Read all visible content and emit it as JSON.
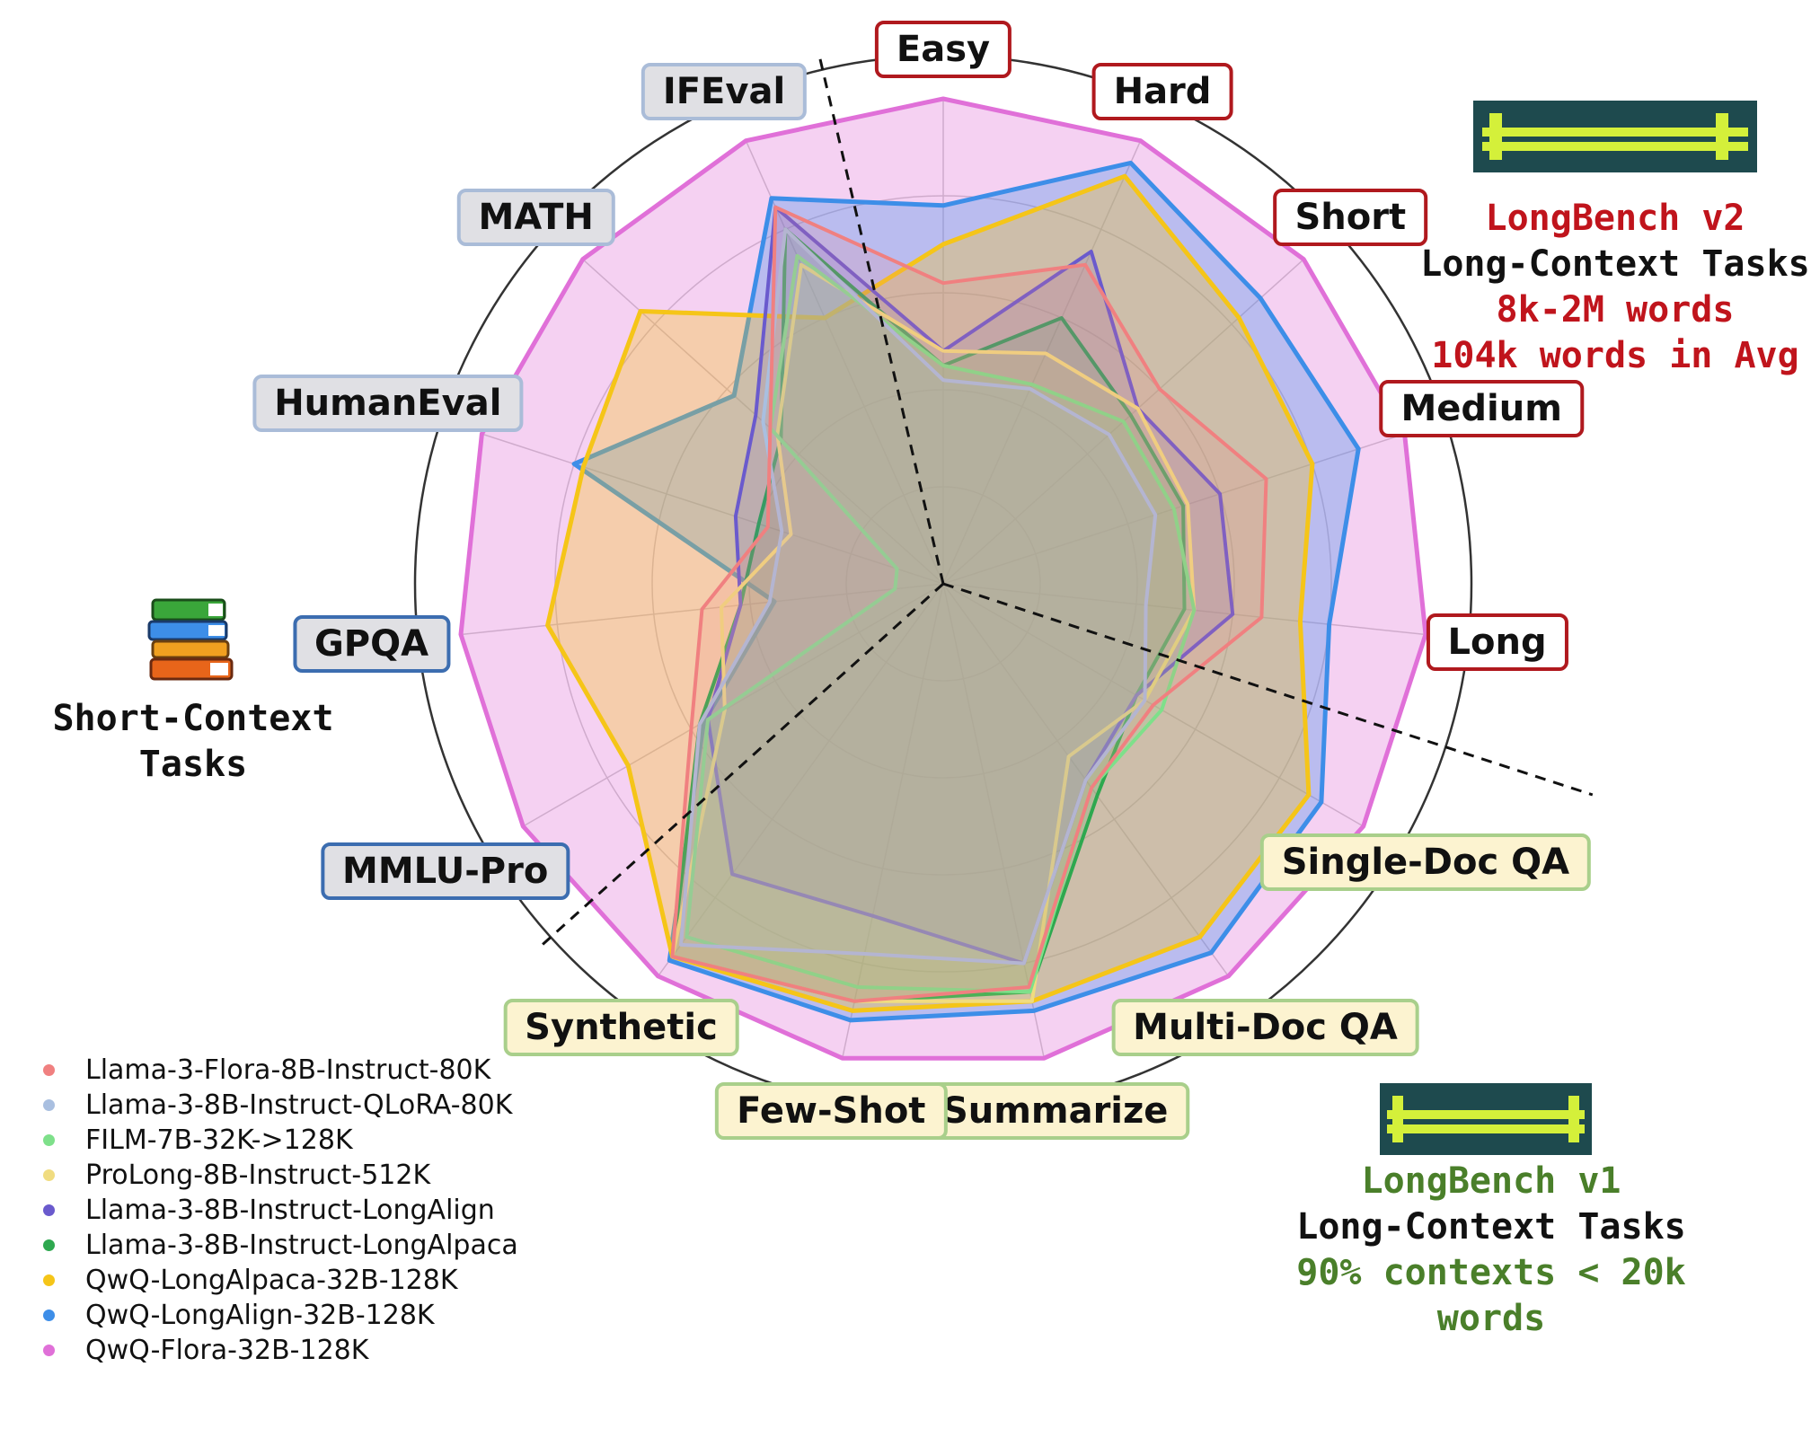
{
  "chart_data": {
    "type": "radar",
    "axes": [
      "Easy",
      "Hard",
      "Short",
      "Medium",
      "Long",
      "Single-Doc QA",
      "Multi-Doc QA",
      "Summarize",
      "Few-Shot",
      "Synthetic",
      "MMLU-Pro",
      "GPQA",
      "HumanEval",
      "MATH",
      "IFEval"
    ],
    "axis_groups": {
      "LongBench v2": [
        "Easy",
        "Hard",
        "Short",
        "Medium",
        "Long"
      ],
      "LongBench v1": [
        "Single-Doc QA",
        "Multi-Doc QA",
        "Summarize",
        "Few-Shot",
        "Synthetic"
      ],
      "Short-Context": [
        "MMLU-Pro",
        "GPQA",
        "HumanEval",
        "MATH",
        "IFEval"
      ]
    },
    "range": [
      0,
      1
    ],
    "series": [
      {
        "name": "Llama-3-Flora-8B-Instruct-80K",
        "color": "#f08080",
        "values": [
          0.62,
          0.72,
          0.6,
          0.7,
          0.66,
          0.5,
          0.52,
          0.85,
          0.88,
          0.95,
          0.6,
          0.5,
          0.38,
          0.48,
          0.85
        ]
      },
      {
        "name": "Llama-3-8B-Instruct-QLoRA-80K",
        "color": "#a9bfe0",
        "values": [
          0.42,
          0.44,
          0.46,
          0.46,
          0.42,
          0.48,
          0.5,
          0.8,
          0.78,
          0.92,
          0.58,
          0.36,
          0.35,
          0.5,
          0.8
        ]
      },
      {
        "name": "FILM-7B-32K->128K",
        "color": "#7ee08a",
        "values": [
          0.45,
          0.45,
          0.5,
          0.5,
          0.52,
          0.52,
          0.52,
          0.86,
          0.85,
          0.9,
          0.56,
          0.1,
          0.1,
          0.48,
          0.74
        ]
      },
      {
        "name": "ProLong-8B-Instruct-512K",
        "color": "#f0dc80",
        "values": [
          0.48,
          0.52,
          0.54,
          0.53,
          0.52,
          0.48,
          0.44,
          0.88,
          0.88,
          0.95,
          0.52,
          0.46,
          0.33,
          0.46,
          0.72
        ]
      },
      {
        "name": "Llama-3-8B-Instruct-LongAlign",
        "color": "#6a5acd",
        "values": [
          0.48,
          0.75,
          0.54,
          0.6,
          0.6,
          0.46,
          0.5,
          0.8,
          0.7,
          0.74,
          0.56,
          0.42,
          0.45,
          0.52,
          0.85
        ]
      },
      {
        "name": "Llama-3-8B-Instruct-LongAlpaca",
        "color": "#2ea84f",
        "values": [
          0.45,
          0.6,
          0.52,
          0.52,
          0.5,
          0.46,
          0.54,
          0.86,
          0.88,
          0.95,
          0.58,
          0.42,
          0.4,
          0.45,
          0.8
        ]
      },
      {
        "name": "QwQ-LongAlpaca-32B-128K",
        "color": "#f5c518",
        "values": [
          0.7,
          0.92,
          0.82,
          0.8,
          0.74,
          0.87,
          0.9,
          0.88,
          0.9,
          0.95,
          0.75,
          0.82,
          0.78,
          0.84,
          0.6
        ]
      },
      {
        "name": "QwQ-LongAlign-32B-128K",
        "color": "#3d8ee8",
        "values": [
          0.78,
          0.95,
          0.88,
          0.9,
          0.8,
          0.9,
          0.94,
          0.9,
          0.92,
          0.96,
          0.57,
          0.35,
          0.8,
          0.58,
          0.87
        ]
      },
      {
        "name": "QwQ-Flora-32B-128K",
        "color": "#e070d8",
        "values": [
          1,
          1,
          1,
          1,
          1,
          1,
          1,
          1,
          1,
          1,
          1,
          1,
          1,
          1,
          1
        ]
      }
    ]
  },
  "annotations": {
    "longbench_v2": {
      "name": "LongBench v2",
      "line2": "Long-Context Tasks",
      "line3": "8k-2M words",
      "line4": "104k words in Avg"
    },
    "short_context": {
      "line1": "Short-Context",
      "line2": "Tasks"
    },
    "longbench_v1": {
      "name": "LongBench v1",
      "line2": "Long-Context Tasks",
      "line3": "90% contexts < 20k words"
    }
  }
}
